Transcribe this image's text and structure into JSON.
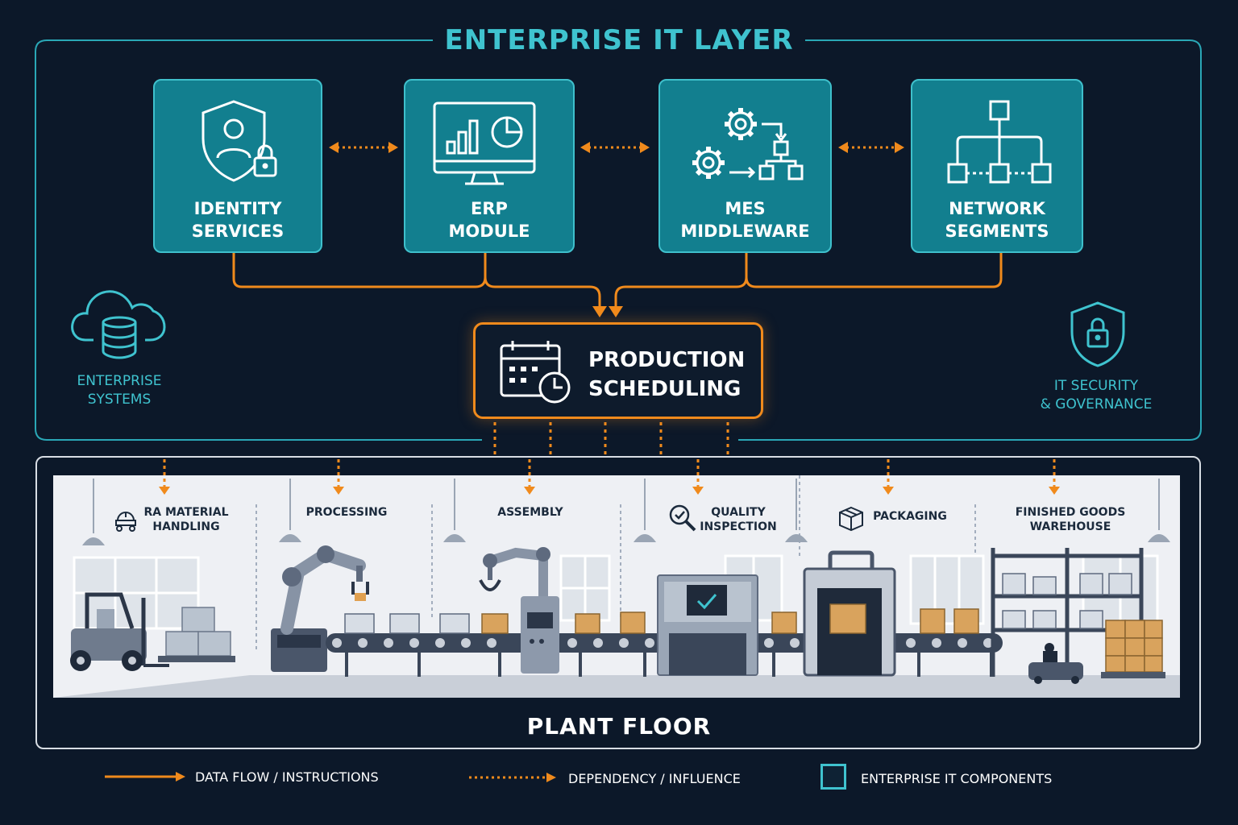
{
  "enterprise_layer": {
    "title": "ENTERPRISE IT LAYER",
    "cards": [
      {
        "line1": "IDENTITY",
        "line2": "SERVICES",
        "icon": "shield-user-lock-icon"
      },
      {
        "line1": "ERP",
        "line2": "MODULE",
        "icon": "monitor-chart-icon"
      },
      {
        "line1": "MES",
        "line2": "MIDDLEWARE",
        "icon": "gears-flow-icon"
      },
      {
        "line1": "NETWORK",
        "line2": "SEGMENTS",
        "icon": "network-tree-icon"
      }
    ],
    "enterprise_systems": {
      "line1": "ENTERPRISE",
      "line2": "SYSTEMS",
      "icon": "cloud-database-icon"
    },
    "it_security": {
      "line1": "IT SECURITY",
      "line2": "& GOVERNANCE",
      "icon": "shield-lock-icon"
    },
    "production_scheduling": {
      "line1": "PRODUCTION",
      "line2": "SCHEDULING",
      "icon": "calendar-clock-icon"
    }
  },
  "plant_floor": {
    "title": "PLANT FLOOR",
    "stages": [
      {
        "line1": "RA MATERIAL",
        "line2": "HANDLING",
        "icon": "robot-cart-icon"
      },
      {
        "line1": "PROCESSING",
        "line2": ""
      },
      {
        "line1": "ASSEMBLY",
        "line2": ""
      },
      {
        "line1": "QUALITY",
        "line2": "INSPECTION",
        "icon": "magnifier-check-icon"
      },
      {
        "line1": "PACKAGING",
        "line2": "",
        "icon": "box-icon"
      },
      {
        "line1": "FINISHED GOODS",
        "line2": "WAREHOUSE"
      }
    ]
  },
  "legend": {
    "data_flow": "DATA FLOW / INSTRUCTIONS",
    "dependency": "DEPENDENCY / INFLUENCE",
    "enterprise_components": "ENTERPRISE IT COMPONENTS"
  },
  "colors": {
    "background": "#0c1829",
    "teal_card": "#127f8f",
    "teal_accent": "#3fc3cf",
    "orange": "#f08a1c",
    "plant_floor_bg": "#eef0f4"
  }
}
